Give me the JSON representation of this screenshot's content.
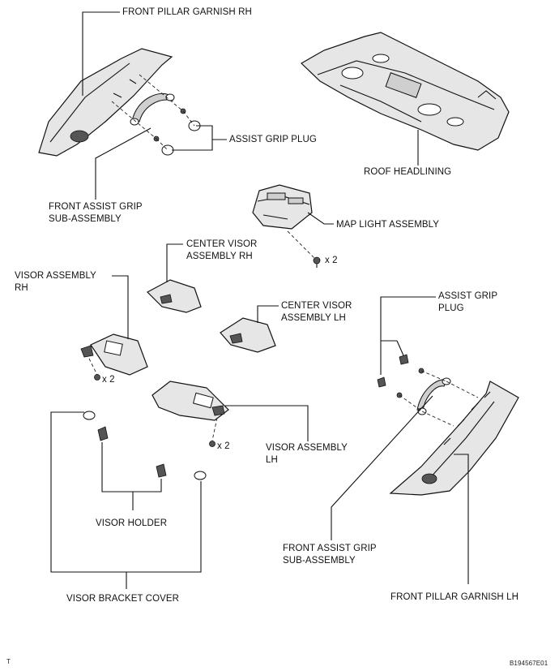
{
  "labels": {
    "front_pillar_garnish_rh": "FRONT PILLAR GARNISH RH",
    "assist_grip_plug_top": "ASSIST GRIP PLUG",
    "roof_headlining": "ROOF HEADLINING",
    "front_assist_grip_sub_assembly_rh_l1": "FRONT ASSIST GRIP",
    "front_assist_grip_sub_assembly_rh_l2": "SUB-ASSEMBLY",
    "map_light_assembly": "MAP LIGHT ASSEMBLY",
    "map_light_qty": "x 2",
    "center_visor_rh_l1": "CENTER VISOR",
    "center_visor_rh_l2": "ASSEMBLY RH",
    "visor_assembly_rh_l1": "VISOR ASSEMBLY",
    "visor_assembly_rh_l2": "RH",
    "center_visor_lh_l1": "CENTER VISOR",
    "center_visor_lh_l2": "ASSEMBLY LH",
    "assist_grip_plug_right_l1": "ASSIST GRIP",
    "assist_grip_plug_right_l2": "PLUG",
    "visor_rh_qty": "x 2",
    "visor_lh_qty": "x 2",
    "visor_assembly_lh_l1": "VISOR ASSEMBLY",
    "visor_assembly_lh_l2": "LH",
    "visor_holder": "VISOR HOLDER",
    "front_assist_grip_sub_assembly_lh_l1": "FRONT ASSIST GRIP",
    "front_assist_grip_sub_assembly_lh_l2": "SUB-ASSEMBLY",
    "visor_bracket_cover": "VISOR BRACKET COVER",
    "front_pillar_garnish_lh": "FRONT PILLAR GARNISH LH",
    "corner_mark": "T",
    "figure_code": "B194567E01"
  }
}
